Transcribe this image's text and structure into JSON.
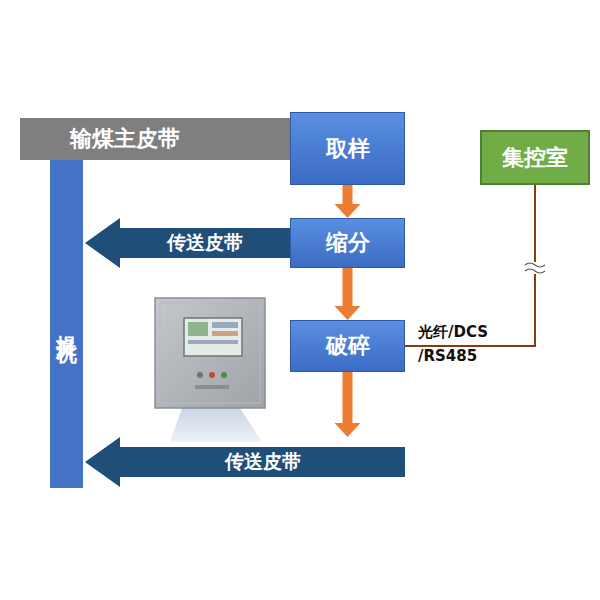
{
  "diagram": {
    "nodes": [
      {
        "text": [
          "输煤主皮带"
        ]
      },
      {
        "text": [
          "取样"
        ]
      },
      {
        "text": [
          "集控室"
        ]
      },
      {
        "text": [
          "传送皮带"
        ]
      },
      {
        "text": [
          "缩分"
        ]
      },
      {
        "text": [
          "提升机"
        ]
      },
      {
        "text": [
          "破碎"
        ]
      },
      {
        "text": [
          "传送皮带"
        ]
      }
    ],
    "edges": [
      {
        "from": 1,
        "to": 4,
        "arrow": "to"
      },
      {
        "from": 4,
        "to": 6,
        "arrow": "to"
      },
      {
        "from": 6,
        "to": 7,
        "arrow": "to"
      },
      {
        "from": 6,
        "to": 2,
        "arrow": "none",
        "label": "光纤/DCS /RS485"
      }
    ]
  }
}
